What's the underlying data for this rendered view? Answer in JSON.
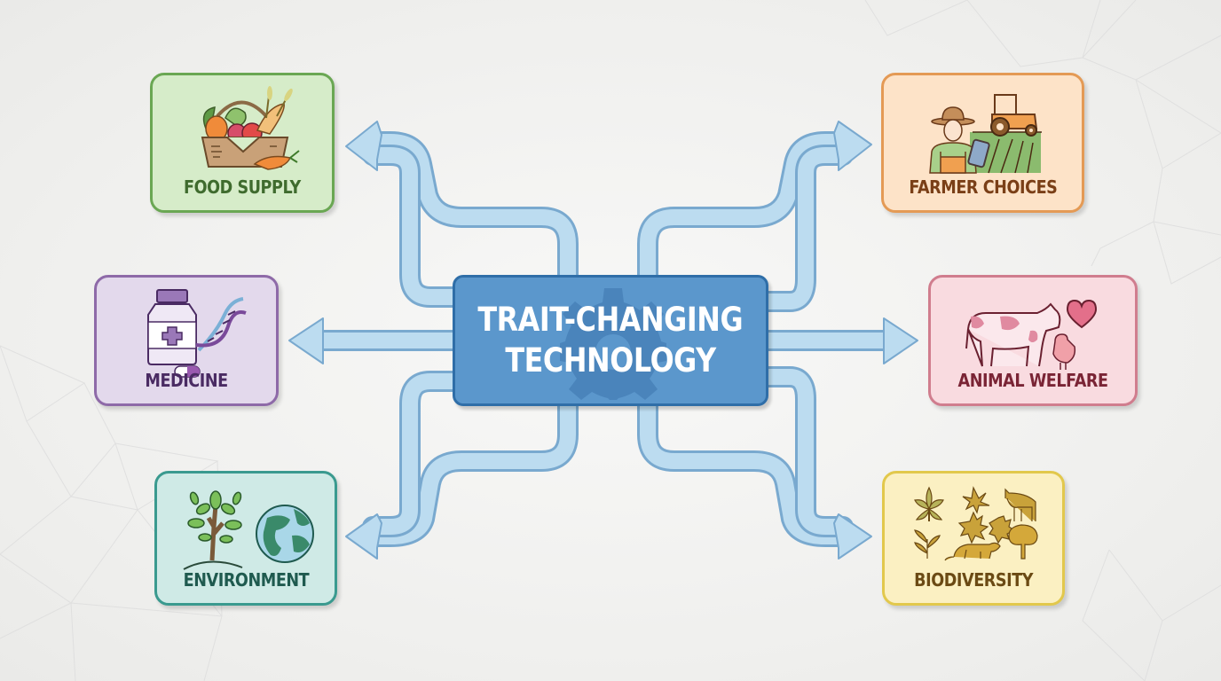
{
  "diagram": {
    "center": {
      "line1": "TRAIT-CHANGING",
      "line2": "TECHNOLOGY",
      "icon": "gear-icon",
      "fill": "#5b97cc",
      "border": "#2f6ea8"
    },
    "arrow_colors": {
      "fill": "#bcdcf0",
      "stroke": "#79a9cf"
    },
    "nodes": [
      {
        "id": "food-supply",
        "label": "FOOD SUPPLY",
        "icon": "basket-icon",
        "position": "top-left",
        "fill": "#d6ecc9",
        "border": "#6aa753",
        "text": "#3f6b2e"
      },
      {
        "id": "farmer-choices",
        "label": "FARMER CHOICES",
        "icon": "farmer-tractor-icon",
        "position": "top-right",
        "fill": "#fde3c8",
        "border": "#e49a55",
        "text": "#7a3f17"
      },
      {
        "id": "medicine",
        "label": "MEDICINE",
        "icon": "medicine-dna-icon",
        "position": "middle-left",
        "fill": "#e3d9ec",
        "border": "#8e6aa8",
        "text": "#4a2b63"
      },
      {
        "id": "animal-welfare",
        "label": "ANIMAL WELFARE",
        "icon": "animals-heart-icon",
        "position": "middle-right",
        "fill": "#f9dbe0",
        "border": "#d07d8e",
        "text": "#7a2435"
      },
      {
        "id": "environment",
        "label": "ENVIRONMENT",
        "icon": "tree-globe-icon",
        "position": "bottom-left",
        "fill": "#cfeae6",
        "border": "#3a9a8f",
        "text": "#1f5a4f"
      },
      {
        "id": "biodiversity",
        "label": "BIODIVERSITY",
        "icon": "flora-fauna-icon",
        "position": "bottom-right",
        "fill": "#fbf0c2",
        "border": "#e2c84c",
        "text": "#6b4a14"
      }
    ]
  }
}
